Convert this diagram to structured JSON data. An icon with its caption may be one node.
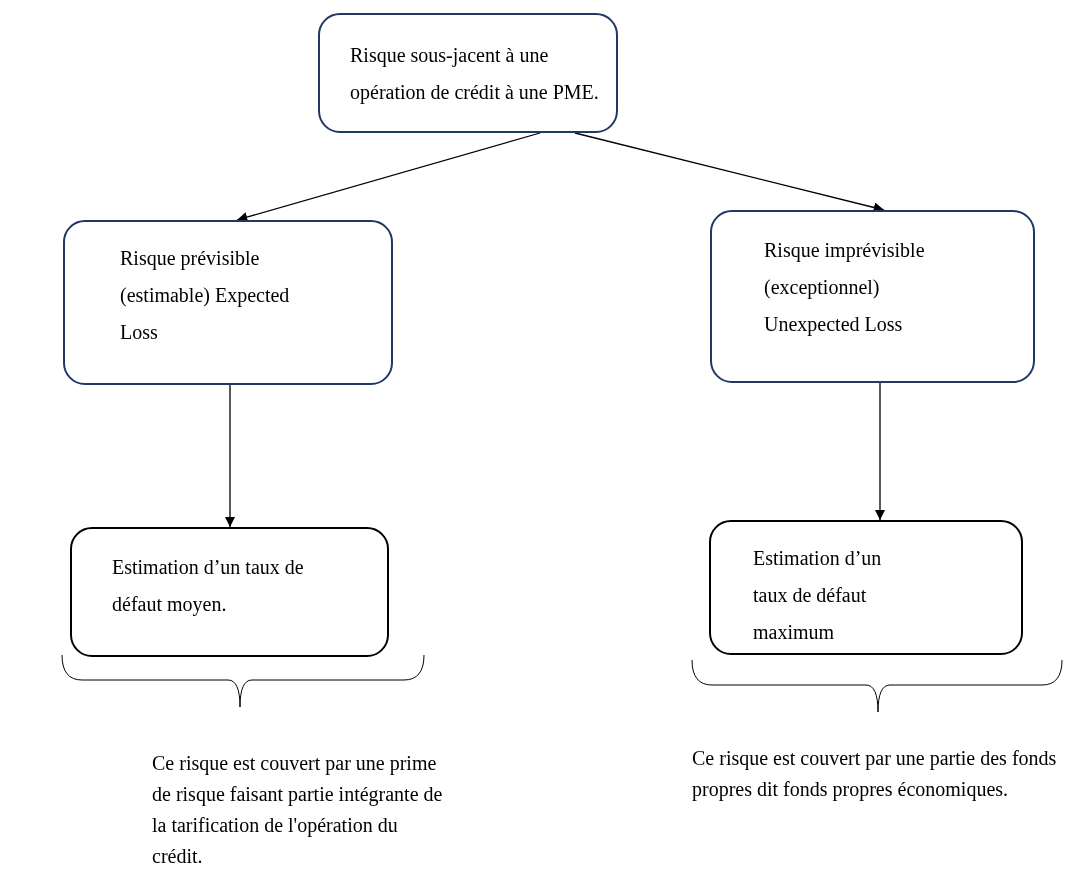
{
  "diagram": {
    "nodes": [
      {
        "text": [
          "Risque sous-jacent à une opération de crédit à une PME."
        ]
      },
      {
        "text": [
          "Risque prévisible (estimable) Expected Loss"
        ]
      },
      {
        "text": [
          "Risque imprévisible (exceptionnel) Unexpected Loss"
        ]
      },
      {
        "text": [
          "Estimation d’un taux de défaut moyen."
        ]
      },
      {
        "text": [
          "Estimation d’un taux de défaut maximum"
        ]
      }
    ],
    "edges": [
      {
        "from": 0,
        "to": 1,
        "arrow": "to"
      },
      {
        "from": 0,
        "to": 2,
        "arrow": "to"
      },
      {
        "from": 1,
        "to": 3,
        "arrow": "to"
      },
      {
        "from": 2,
        "to": 4,
        "arrow": "to"
      }
    ],
    "labels": [
      "Ce risque est couvert par une prime de risque faisant partie intégrante de la tarification de l'opération du crédit.",
      "Ce risque est couvert par une partie des fonds propres dit fonds propres économiques."
    ]
  }
}
